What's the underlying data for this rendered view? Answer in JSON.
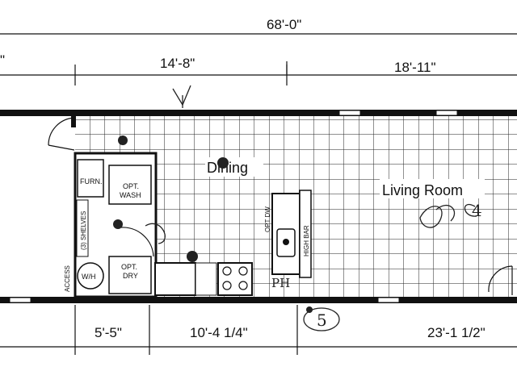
{
  "dimensions": {
    "overall": "68'-0\"",
    "left_cut": "\"",
    "top_mid": "14'-8\"",
    "top_right": "18'-11\"",
    "bottom_a": "5'-5\"",
    "bottom_b": "10'-4 1/4\"",
    "bottom_c": "23'-1 1/2\""
  },
  "rooms": {
    "dining": "Dining",
    "living": "Living Room"
  },
  "labels": {
    "furn": "FURN.",
    "opt_wash_1": "OPT.",
    "opt_wash_2": "WASH",
    "opt_dry_1": "OPT.",
    "opt_dry_2": "DRY",
    "shelves": "(3) SHELVES",
    "access": "ACCESS",
    "wh": "W/H",
    "opt_dw": "OPT DW",
    "high_bar": "HIGH BAR"
  },
  "handwritten": {
    "mark_4": "4",
    "mark_5": "5",
    "mark_ph": "PH"
  }
}
